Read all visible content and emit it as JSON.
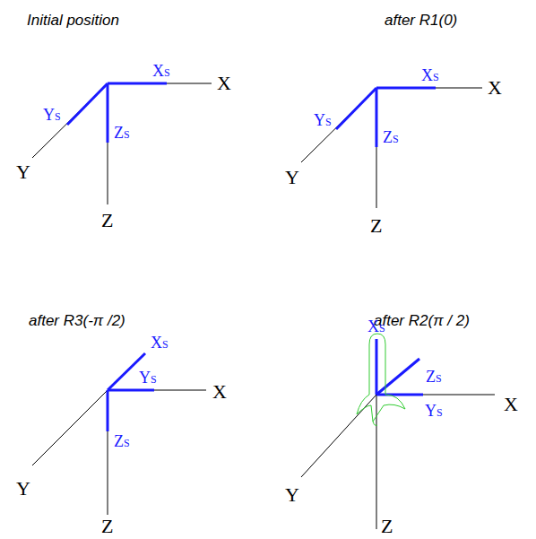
{
  "diagram": {
    "labels": [
      "Initial position",
      "X",
      "Y",
      "Z",
      "XS",
      "YS",
      "ZS",
      "after R1(0)",
      "X",
      "Y",
      "Z",
      "XS",
      "YS",
      "ZS",
      "after R3(-π /2)",
      "X",
      "Y",
      "Z",
      "XS",
      "YS",
      "ZS",
      "after R2(π / 2)",
      "X",
      "Y",
      "Z",
      "XS",
      "YS",
      "ZS"
    ]
  }
}
